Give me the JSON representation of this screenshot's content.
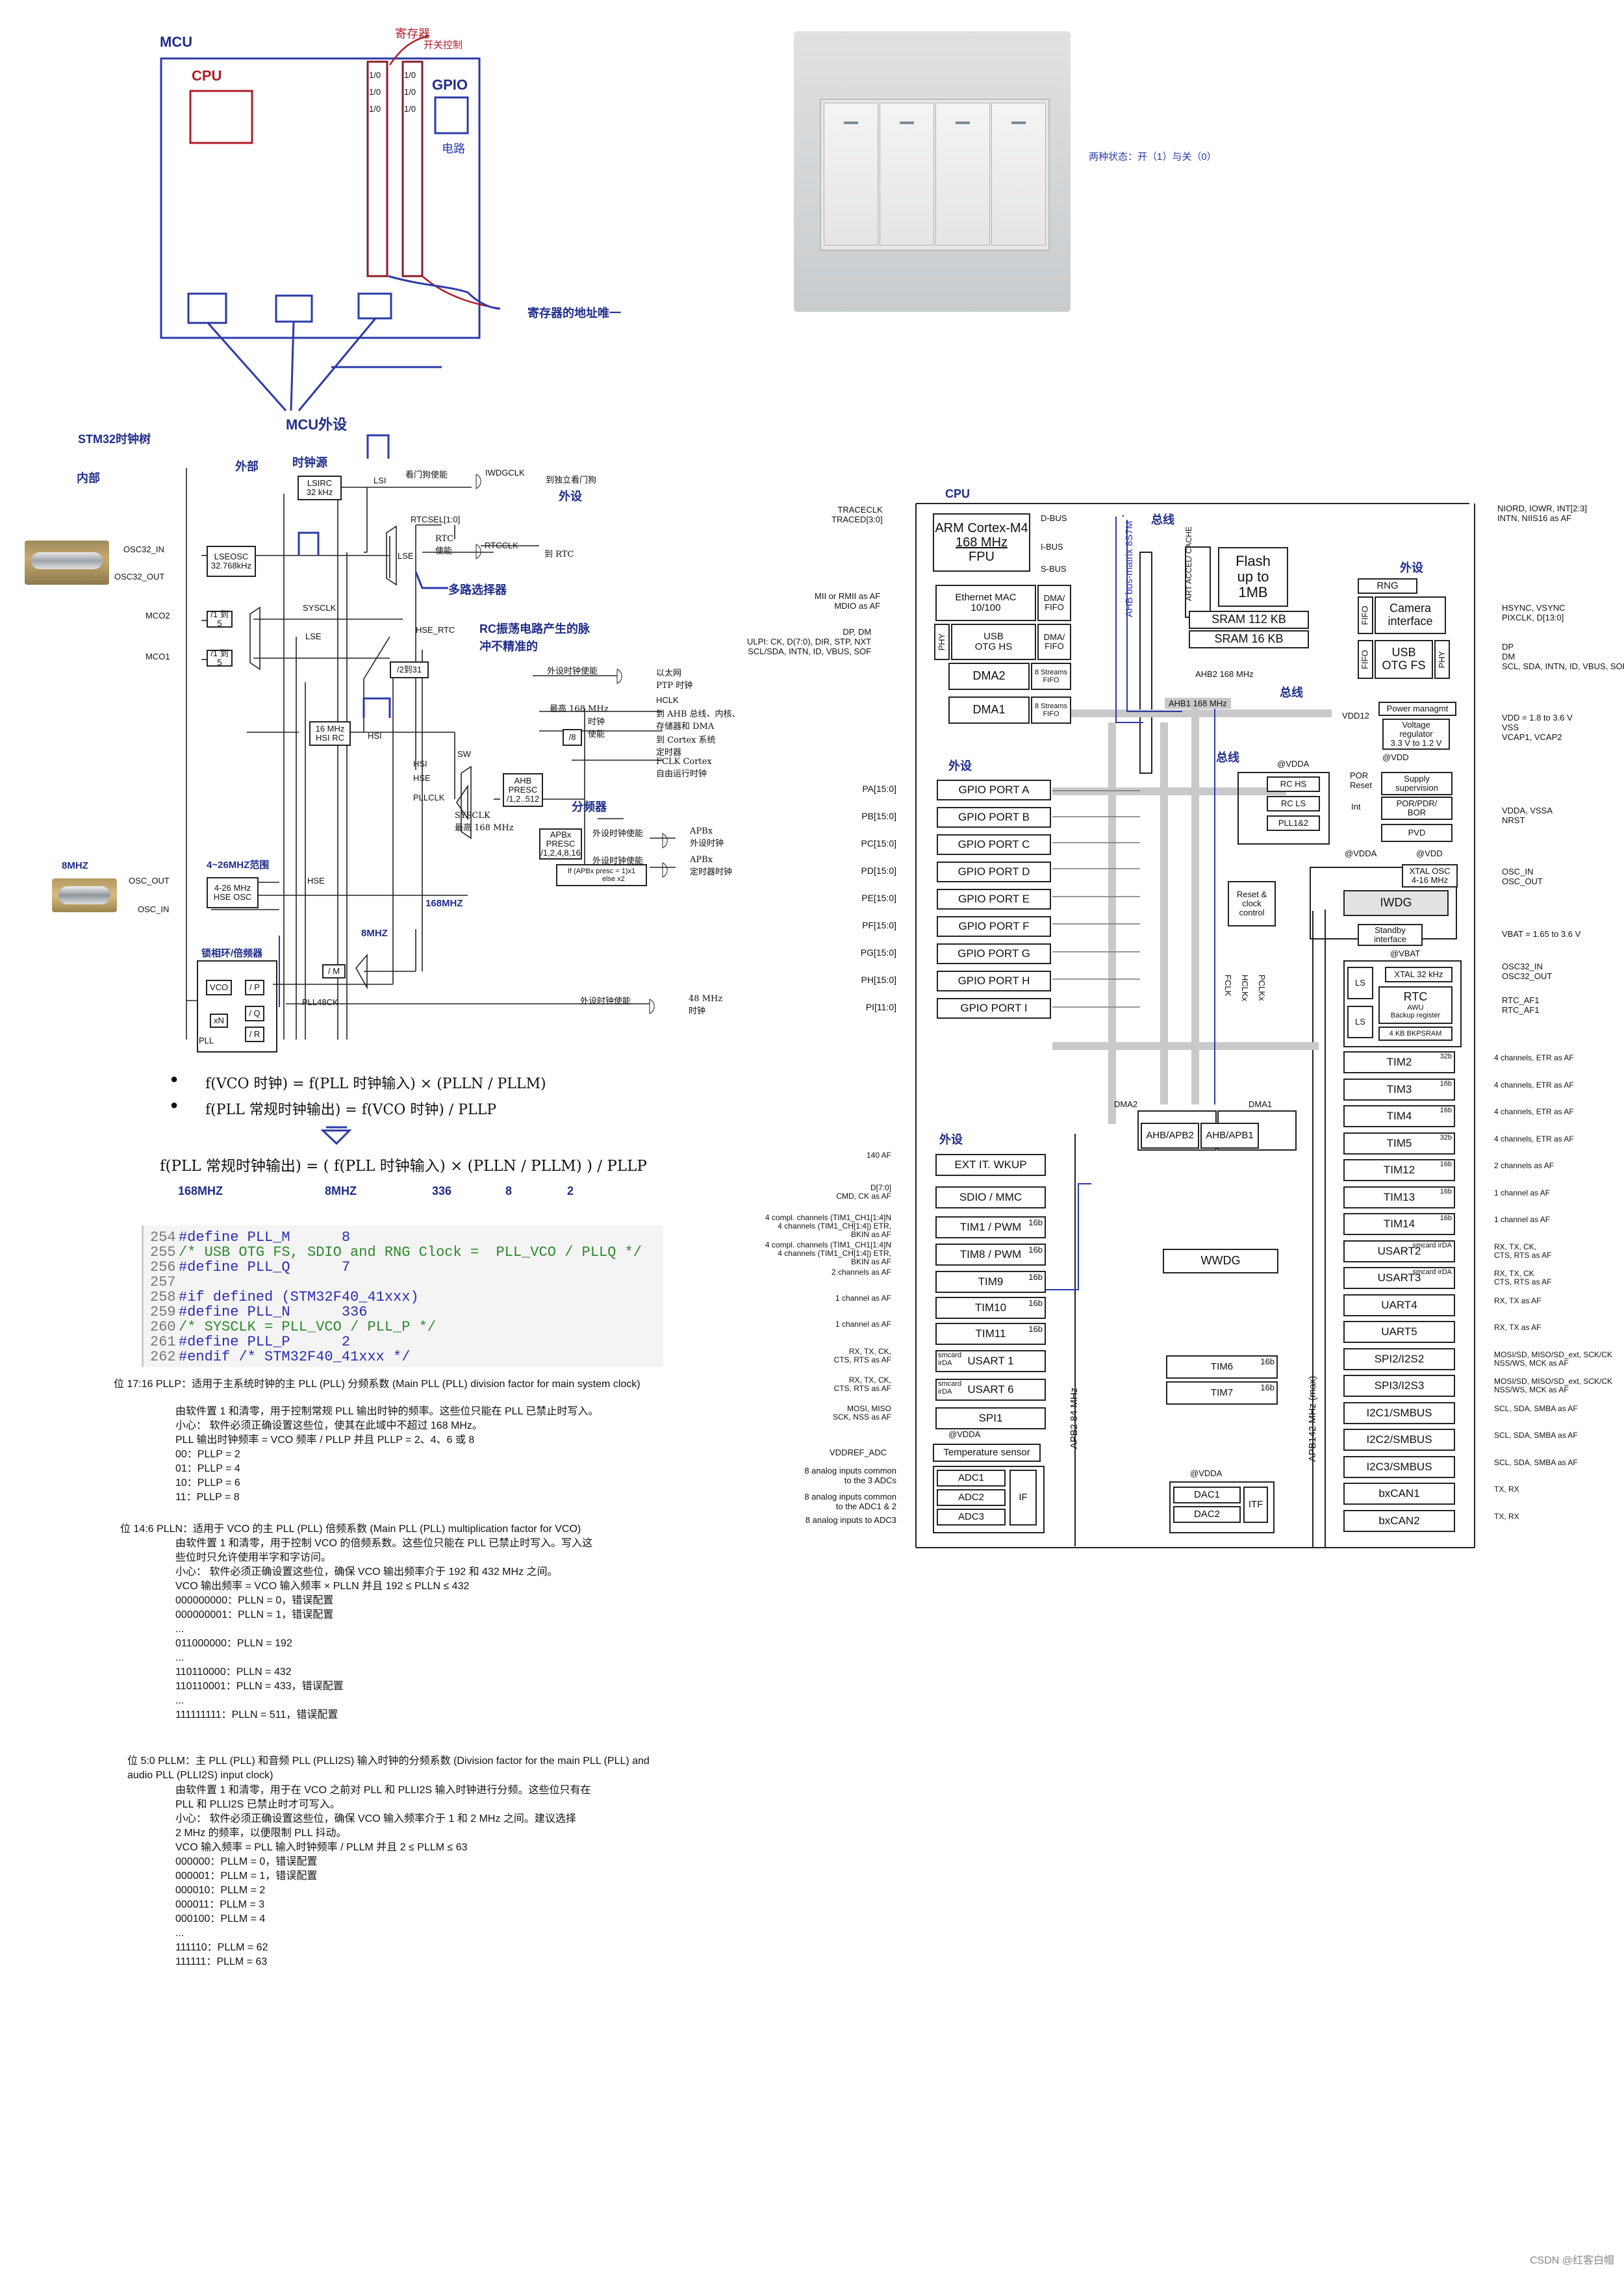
{
  "mcu_sketch": {
    "title": "MCU",
    "cpu": "CPU",
    "gpio": "GPIO",
    "circuit": "电路",
    "register_label": "寄存器",
    "switch_control": "开关控制",
    "io_cell": "1/0",
    "address_note": "寄存器的地址唯一",
    "peripherals": "MCU外设"
  },
  "switch_note": "两种状态：开（1）与关（0）",
  "clock_tree": {
    "title": "STM32时钟树",
    "inner": "内部",
    "outer": "外部",
    "clock_source": "时钟源",
    "lsirc": "LSIRC\n32 kHz",
    "lsi": "LSI",
    "wdg_enable": "看门狗使能",
    "iwdgclk": "IWDGCLK",
    "to_iwdg": "到独立看门狗",
    "peripheral": "外设",
    "osc32_in": "OSC32_IN",
    "osc32_out": "OSC32_OUT",
    "lseosc": "LSEOSC\n32.768kHz",
    "rtcsel": "RTCSEL[1:0]",
    "rtc_enable": "RTC\n使能",
    "rtcclk": "RTCCLK",
    "to_rtc": "到 RTC",
    "lse": "LSE",
    "mux_note": "多路选择器",
    "mco2": "MCO2",
    "mco1": "MCO1",
    "div_1_5": "/1 到 5",
    "sysclk": "SYSCLK",
    "hse_rtc": "HSE_RTC",
    "rc_note": "RC振荡电路产生的脉\n冲不精准的",
    "div2_31": "/2到31",
    "periph_clk_enable": "外设时钟使能",
    "to_eth": "以太网\nPTP 时钟",
    "hclk": "HCLK",
    "hclk_desc": "到 AHB 总线、内核、\n存储器和 DMA",
    "max168": "最高 168 MHz",
    "div8": "/8",
    "timer_enable": "时钟\n使能",
    "to_cortex": "到 Cortex 系统\n定时器",
    "fclk": "FCLK Cortex\n自由运行时钟",
    "hsirc": "16 MHz\nHSI RC",
    "hsi": "HSI",
    "sw": "SW",
    "hse": "HSE",
    "pllclk": "PLLCLK",
    "ahb_presc": "AHB\nPRESC\n/1,2..512",
    "sysclk_max": "SYSCLK\n最高 168 MHz",
    "divider_note": "分频器",
    "apbx_presc": "APBx\nPRESC\n/1,2,4,8,16",
    "apbx_periph": "APBx\n外设时钟",
    "apbx_timer": "APBx\n定时器时钟",
    "if_apbx": "If (APBx presc = 1)x1\n            else x2",
    "osc_out": "OSC_OUT",
    "osc_in": "OSC_IN",
    "hse_osc": "4-26 MHz\nHSE OSC",
    "range_note": "4~26MHZ范围",
    "crystal_note": "8MHZ",
    "hse_freq": "168MHZ",
    "hse_8mhz": "8MHZ",
    "pll_note": "锁相环/倍频器",
    "div_m": "/ M",
    "vco": "VCO",
    "div_p": "/ P",
    "div_q": "/ Q",
    "div_r": "/ R",
    "xn": "xN",
    "pll": "PLL",
    "pll48ck": "PLL48CK",
    "to_48": "48 MHz\n时钟"
  },
  "formulas": {
    "f1": "f(VCO 时钟) = f(PLL 时钟输入) × (PLLN / PLLM)",
    "f2": "f(PLL 常规时钟输出) = f(VCO 时钟) / PLLP",
    "f3": "f(PLL 常规时钟输出) = ( f(PLL 时钟输入) × (PLLN / PLLM) ) / PLLP",
    "v1": "168MHZ",
    "v2": "8MHZ",
    "v3": "336",
    "v4": "8",
    "v5": "2"
  },
  "code": {
    "lines": [
      {
        "no": "254",
        "text": "#define PLL_M      8"
      },
      {
        "no": "255",
        "text": "/* USB OTG FS, SDIO and RNG Clock =  PLL_VCO / PLLQ */"
      },
      {
        "no": "256",
        "text": "#define PLL_Q      7"
      },
      {
        "no": "257",
        "text": ""
      },
      {
        "no": "258",
        "text": "#if defined (STM32F40_41xxx)"
      },
      {
        "no": "259",
        "text": "#define PLL_N      336"
      },
      {
        "no": "260",
        "text": "/* SYSCLK = PLL_VCO / PLL_P */"
      },
      {
        "no": "261",
        "text": "#define PLL_P      2"
      },
      {
        "no": "262",
        "text": "#endif /* STM32F40_41xxx */"
      }
    ]
  },
  "register_text": {
    "pllp_title": "位 17:16  PLLP：适用于主系统时钟的主 PLL (PLL) 分频系数 (Main PLL (PLL) division factor for main system clock)",
    "pllp_lines": [
      "由软件置 1 和清零，用于控制常规 PLL 输出时钟的频率。这些位只能在 PLL 已禁止时写入。",
      "小心：    软件必须正确设置这些位，使其在此域中不超过 168 MHz。",
      "PLL 输出时钟频率 = VCO 频率 / PLLP 并且 PLLP = 2、4、6 或 8",
      "00：PLLP = 2",
      "01：PLLP = 4",
      "10：PLLP = 6",
      "11：PLLP = 8"
    ],
    "plln_title": "位 14:6  PLLN：适用于 VCO 的主 PLL (PLL) 倍频系数 (Main PLL (PLL) multiplication factor for VCO)",
    "plln_lines": [
      "由软件置 1 和清零，用于控制 VCO 的倍频系数。这些位只能在 PLL 已禁止时写入。写入这",
      "些位时只允许使用半字和字访问。",
      "小心：    软件必须正确设置这些位，确保 VCO 输出频率介于 192 和 432 MHz 之间。",
      "VCO 输出频率 = VCO 输入频率 × PLLN 并且 192 ≤ PLLN ≤ 432",
      "000000000：PLLN = 0，错误配置",
      "000000001：PLLN = 1，错误配置",
      "...",
      "011000000：PLLN = 192",
      "...",
      "110110000：PLLN = 432",
      "110110001：PLLN = 433，错误配置",
      "...",
      "111111111：PLLN = 511，错误配置"
    ],
    "pllm_title": "位 5:0  PLLM：主 PLL (PLL) 和音频 PLL (PLLI2S) 输入时钟的分频系数 (Division factor for the main PLL (PLL) and audio PLL (PLLI2S) input clock)",
    "pllm_lines": [
      "由软件置 1 和清零，用于在 VCO 之前对 PLL 和 PLLI2S 输入时钟进行分频。这些位只有在",
      "PLL 和 PLLI2S 已禁止时才可写入。",
      "小心：    软件必须正确设置这些位，确保 VCO 输入频率介于 1 和 2 MHz 之间。建议选择",
      "2 MHz 的频率，以便限制 PLL 抖动。",
      "VCO 输入频率 = PLL 输入时钟频率 / PLLM 并且 2 ≤ PLLM ≤ 63",
      "000000：PLLM = 0，错误配置",
      "000001：PLLM = 1，错误配置",
      "000010：PLLM = 2",
      "000011：PLLM = 3",
      "000100：PLLM = 4",
      "...",
      "111110：PLLM = 62",
      "111111：PLLM = 63"
    ]
  },
  "block": {
    "cpu_label": "CPU",
    "core": "ARM Cortex-M4",
    "core_freq": "168 MHz",
    "fpu": "FPU",
    "dbus": "D-BUS",
    "ibus": "I-BUS",
    "sbus": "S-BUS",
    "bus_label": "总线",
    "matrix": "AHB bus-matrix 8S7M",
    "art": "ART ACCEL/ CACHE",
    "flash": "Flash\nup to\n1MB",
    "sram112": "SRAM 112 KB",
    "sram16": "SRAM 16 KB",
    "ahb2": "AHB2 168 MHz",
    "ahb1": "AHB1 168 MHz",
    "eth": "Ethernet MAC\n10/100",
    "dma_fifo": "DMA/\nFIFO",
    "usb_hs": "USB\nOTG HS",
    "phy": "PHY",
    "dma2": "DMA2",
    "dma1": "DMA1",
    "streams": "8 Streams\nFIFO",
    "tracectrl": "TRACECLK\nTRACED[3:0]",
    "mii": "MII or RMII as AF\nMDIO as AF",
    "dpdm": "DP, DM\nULPI: CK, D(7:0), DIR, STP, NXT\nSCL/SDA, INTN, ID, VBUS, SOF",
    "waijian": "外设",
    "waijian2": "外设",
    "waijian3": "外设",
    "gpio_ports": [
      {
        "pin": "PA[15:0]",
        "name": "GPIO PORT A"
      },
      {
        "pin": "PB[15:0]",
        "name": "GPIO PORT B"
      },
      {
        "pin": "PC[15:0]",
        "name": "GPIO PORT C"
      },
      {
        "pin": "PD[15:0]",
        "name": "GPIO PORT D"
      },
      {
        "pin": "PE[15:0]",
        "name": "GPIO PORT E"
      },
      {
        "pin": "PF[15:0]",
        "name": "GPIO PORT F"
      },
      {
        "pin": "PG[15:0]",
        "name": "GPIO PORT G"
      },
      {
        "pin": "PH[15:0]",
        "name": "GPIO PORT H"
      },
      {
        "pin": "PI[11:0]",
        "name": "GPIO PORT I"
      }
    ],
    "rng": "RNG",
    "camera": "Camera\ninterface",
    "fifo": "FIFO",
    "usb_fs": "USB\nOTG FS",
    "cam_sig": "HSYNC, VSYNC\nPIXCLK, D[13:0]",
    "usbfs_sig": "DP\nDM\nSCL, SDA, INTN, ID, VBUS, SOF",
    "top_sig": "NIORD, IOWR, INT[2:3]\nINTN, NIIS16 as AF",
    "power": "Power managmt",
    "vreg": "Voltage\nregulator\n3.3 V to 1.2 V",
    "vdd12": "VDD12",
    "vdd_range": "VDD = 1.8 to 3.6 V\nVSS\nVCAP1, VCAP2",
    "at_vdda": "@VDDA",
    "at_vdd": "@VDD",
    "rc_hs": "RC HS",
    "rc_ls": "RC LS",
    "pll12": "PLL1&2",
    "supply": "Supply\nsupervision",
    "por": "POR/PDR/\nBOR",
    "pvd": "PVD",
    "por_reset": "POR\nReset",
    "int": "Int",
    "vdda_vssa": "VDDA, VSSA\nNRST",
    "reset_clock": "Reset &\nclock\ncontrol",
    "xtal_osc": "XTAL OSC\n4-16 MHz",
    "osc_pins": "OSC_IN\nOSC_OUT",
    "iwdg": "IWDG",
    "standby": "Standby\ninterface",
    "vbat": "VBAT = 1.65 to 3.6 V",
    "at_vbat": "@VBAT",
    "xtal32": "XTAL 32 kHz",
    "rtc": "RTC",
    "awu": "AWU",
    "backup": "Backup register",
    "bkpsram": "4 KB BKPSRAM",
    "ls": "LS",
    "osc32_pins": "OSC32_IN\nOSC32_OUT",
    "rtc_af": "RTC_AF1\nRTC_AF1",
    "fclk": "FCLK",
    "hclkx": "HCLKx",
    "pclkx": "PCLKx",
    "dma2_lbl": "DMA2",
    "dma1_lbl": "DMA1",
    "ahb_apb2": "AHB/APB2",
    "ahb_apb1": "AHB/APB1",
    "apb2_speed": "APB2 84 MHz",
    "apb1_speed": "APB142 MHz (max)",
    "left_periph": [
      {
        "sig": "140 AF",
        "name": "EXT IT. WKUP"
      },
      {
        "sig": "D[7:0]\nCMD, CK as AF",
        "name": "SDIO / MMC"
      },
      {
        "sig": "4 compl. channels (TIM1_CH1[1:4]N\n4 channels (TIM1_CH[1:4]) ETR,\nBKIN as AF",
        "name": "TIM1 / PWM"
      },
      {
        "sig": "4 compl. channels (TIM1_CH1[1:4]N\n4 channels (TIM1_CH[1:4]) ETR,\nBKIN as AF",
        "name": "TIM8 / PWM"
      },
      {
        "sig": "2 channels as AF",
        "name": "TIM9"
      },
      {
        "sig": "1 channel as AF",
        "name": "TIM10"
      },
      {
        "sig": "1 channel as AF",
        "name": "TIM11"
      },
      {
        "sig": "RX, TX, CK,\nCTS, RTS as AF",
        "name": "USART 1"
      },
      {
        "sig": "RX, TX, CK,\nCTS, RTS as AF",
        "name": "USART 6"
      },
      {
        "sig": "MOSI, MISO\nSCK, NSS as AF",
        "name": "SPI1"
      }
    ],
    "temp": "Temperature sensor",
    "vddref": "VDDREF_ADC",
    "adc1": "ADC1",
    "adc2": "ADC2",
    "adc3": "ADC3",
    "if": "IF",
    "adc_sig1": "8 analog inputs common\nto the 3 ADCs",
    "adc_sig2": "8 analog inputs common\nto the ADC1 & 2",
    "adc_sig3": "8 analog inputs to ADC3",
    "b16": "16b",
    "b32": "32b",
    "smcard": "smcard\nirDA",
    "wwdg": "WWDG",
    "tim6": "TIM6",
    "tim7": "TIM7",
    "dac1": "DAC1",
    "dac2": "DAC2",
    "itf": "ITF",
    "right_periph": [
      {
        "name": "TIM2",
        "bits": "32b",
        "sig": "4 channels, ETR as AF"
      },
      {
        "name": "TIM3",
        "bits": "16b",
        "sig": "4 channels, ETR as AF"
      },
      {
        "name": "TIM4",
        "bits": "16b",
        "sig": "4 channels, ETR as AF"
      },
      {
        "name": "TIM5",
        "bits": "32b",
        "sig": "4 channels, ETR as AF"
      },
      {
        "name": "TIM12",
        "bits": "16b",
        "sig": "2 channels as AF"
      },
      {
        "name": "TIM13",
        "bits": "16b",
        "sig": "1 channel as AF"
      },
      {
        "name": "TIM14",
        "bits": "16b",
        "sig": "1 channel as AF"
      },
      {
        "name": "USART2",
        "bits": "smcard irDA",
        "sig": "RX, TX, CK,\nCTS, RTS as AF"
      },
      {
        "name": "USART3",
        "bits": "smcard irDA",
        "sig": "RX, TX, CK\nCTS, RTS as AF"
      },
      {
        "name": "UART4",
        "bits": "",
        "sig": "RX, TX as AF"
      },
      {
        "name": "UART5",
        "bits": "",
        "sig": "RX, TX as AF"
      },
      {
        "name": "SPI2/I2S2",
        "bits": "",
        "sig": "MOSI/SD, MISO/SD_ext, SCK/CK\nNSS/WS, MCK as AF"
      },
      {
        "name": "SPI3/I2S3",
        "bits": "",
        "sig": "MOSI/SD, MISO/SD_ext, SCK/CK\nNSS/WS, MCK as AF"
      },
      {
        "name": "I2C1/SMBUS",
        "bits": "",
        "sig": "SCL, SDA, SMBA as AF"
      },
      {
        "name": "I2C2/SMBUS",
        "bits": "",
        "sig": "SCL, SDA, SMBA as AF"
      },
      {
        "name": "I2C3/SMBUS",
        "bits": "",
        "sig": "SCL, SDA, SMBA as AF"
      },
      {
        "name": "bxCAN1",
        "bits": "",
        "sig": "TX, RX"
      },
      {
        "name": "bxCAN2",
        "bits": "",
        "sig": "TX, RX"
      }
    ],
    "dac_vdda": "@VDDA"
  },
  "watermark": "CSDN @红客白帽"
}
